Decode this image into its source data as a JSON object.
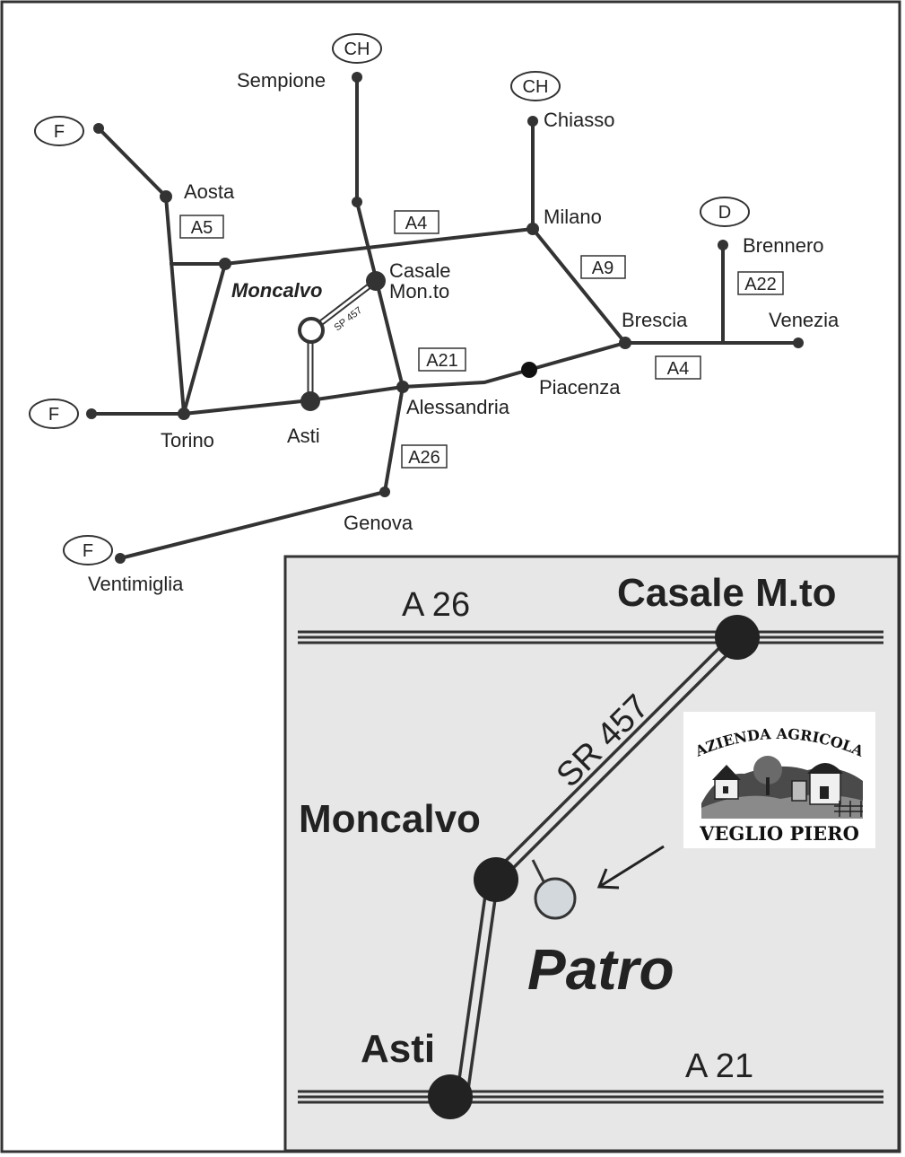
{
  "colors": {
    "road": "#333333",
    "inset_bg": "#e7e7e7",
    "frame": "#333333",
    "patro_dot": "#d3d8dc"
  },
  "overview_map": {
    "countries": {
      "sempione_ch": "CH",
      "chiasso_ch": "CH",
      "aosta_f": "F",
      "torino_f": "F",
      "ventimiglia_f": "F",
      "brennero_d": "D"
    },
    "cities": {
      "sempione": "Sempione",
      "chiasso": "Chiasso",
      "aosta": "Aosta",
      "milano": "Milano",
      "brennero": "Brennero",
      "casale_line1": "Casale",
      "casale_line2": "Mon.to",
      "moncalvo": "Moncalvo",
      "brescia": "Brescia",
      "venezia": "Venezia",
      "piacenza": "Piacenza",
      "alessandria": "Alessandria",
      "torino": "Torino",
      "asti": "Asti",
      "genova": "Genova",
      "ventimiglia": "Ventimiglia"
    },
    "roads": {
      "a5": "A5",
      "a4_west": "A4",
      "a9": "A9",
      "a22": "A22",
      "a21": "A21",
      "a4_east": "A4",
      "a26": "A26",
      "sp457": "SP 457"
    }
  },
  "inset_map": {
    "casale": "Casale M.to",
    "a26": "A 26",
    "sr457": "SR 457",
    "moncalvo": "Moncalvo",
    "patro": "Patro",
    "asti": "Asti",
    "a21": "A 21",
    "logo": {
      "top": "AZIENDA AGRICOLA",
      "bottom": "VEGLIO PIERO"
    }
  }
}
